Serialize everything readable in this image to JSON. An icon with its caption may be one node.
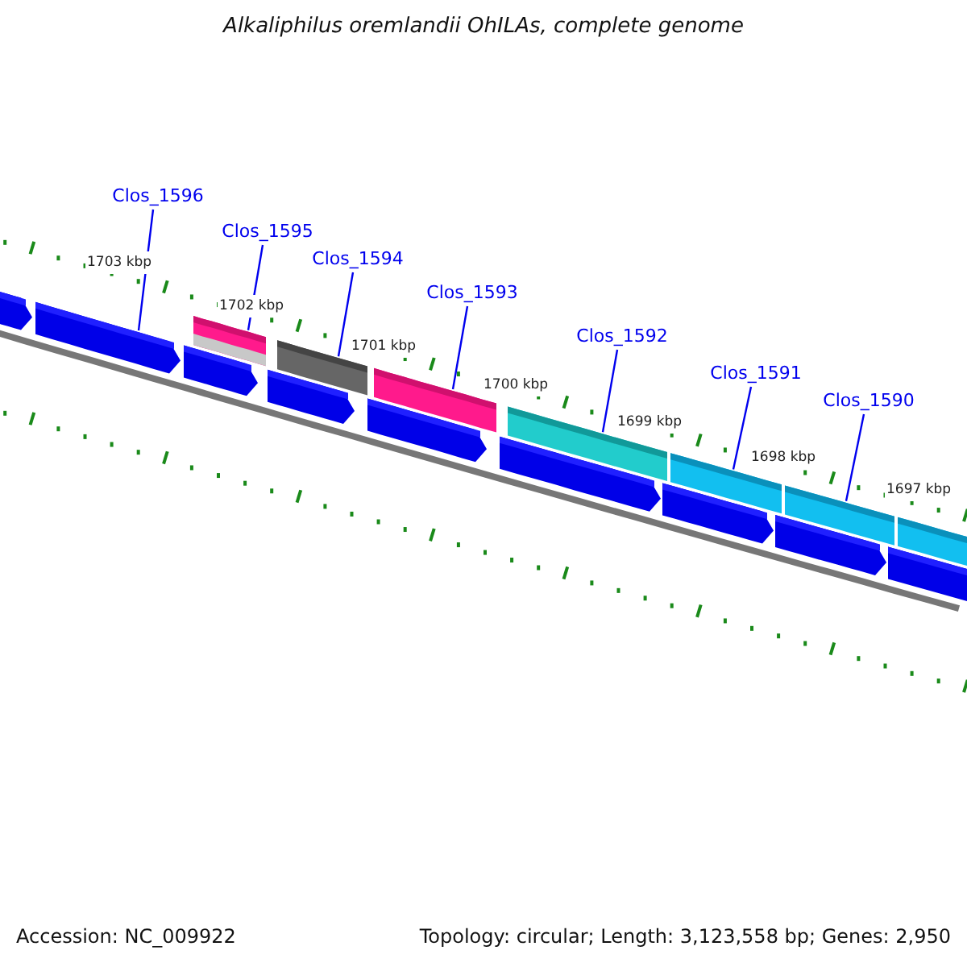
{
  "diagram": {
    "title": "Alkaliphilus oremlandii OhILAs, complete genome",
    "nodes": [
      {
        "text": [
          "Clos_1596"
        ]
      },
      {
        "text": [
          "Clos_1595"
        ]
      },
      {
        "text": [
          "Clos_1594"
        ]
      },
      {
        "text": [
          "Clos_1593"
        ]
      },
      {
        "text": [
          "Clos_1592"
        ]
      },
      {
        "text": [
          "Clos_1591"
        ]
      },
      {
        "text": [
          "Clos_1590"
        ]
      },
      {
        "text": [],
        "shape": "bar"
      },
      {
        "text": [],
        "shape": "bar"
      },
      {
        "text": [],
        "shape": "bar"
      },
      {
        "text": [],
        "shape": "bar"
      },
      {
        "text": [],
        "shape": "bar"
      },
      {
        "text": [],
        "shape": "bar"
      },
      {
        "text": [],
        "shape": "bar"
      },
      {
        "text": [],
        "shape": "bar"
      },
      {
        "text": [],
        "shape": "bar"
      },
      {
        "text": [],
        "shape": "bar"
      },
      {
        "text": [],
        "shape": "bar"
      },
      {
        "text": [],
        "shape": "bar"
      },
      {
        "text": [],
        "shape": "bar"
      },
      {
        "text": [],
        "shape": "bar"
      },
      {
        "text": [],
        "shape": "bar"
      },
      {
        "text": [],
        "shape": "bar"
      }
    ],
    "edges": [
      {
        "from": 0,
        "to": 7,
        "arrow": "none"
      },
      {
        "from": 1,
        "to": 8,
        "arrow": "none"
      },
      {
        "from": 2,
        "to": 9,
        "arrow": "none"
      },
      {
        "from": 3,
        "to": 10,
        "arrow": "none"
      },
      {
        "from": 4,
        "to": 11,
        "arrow": "none"
      },
      {
        "from": 5,
        "to": 12,
        "arrow": "none"
      },
      {
        "from": 6,
        "to": 13,
        "arrow": "none"
      }
    ],
    "labels": [
      "1703 kbp",
      "1702 kbp",
      "1701 kbp",
      "1700 kbp",
      "1699 kbp",
      "1698 kbp",
      "1697 kbp",
      "Accession: NC_009922",
      "Topology: circular; Length: 3,123,558 bp; Genes: 2,950"
    ]
  }
}
